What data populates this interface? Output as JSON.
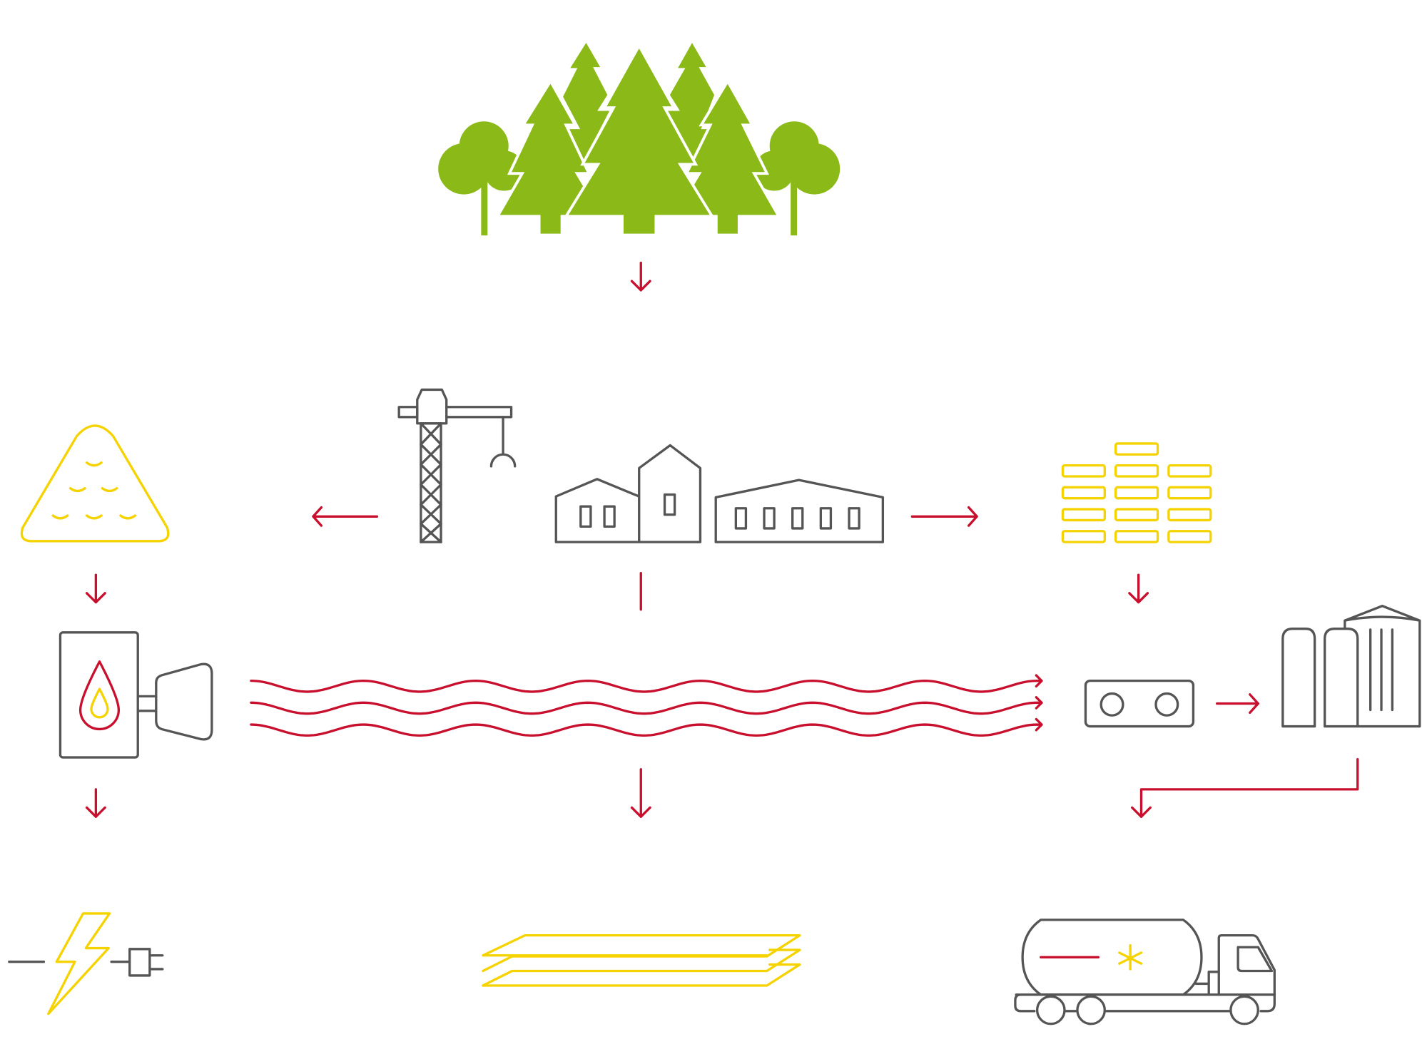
{
  "colors": {
    "forest": "#8ab918",
    "structure": "#555555",
    "flow": "#c8102e",
    "product": "#f5d300"
  },
  "nodes": [
    {
      "id": "forest",
      "icon": "forest-icon"
    },
    {
      "id": "sawmill",
      "icon": "factory-icon"
    },
    {
      "id": "crane",
      "icon": "crane-icon"
    },
    {
      "id": "sawdust",
      "icon": "sawdust-pile-icon"
    },
    {
      "id": "lumber",
      "icon": "lumber-stack-icon"
    },
    {
      "id": "boiler",
      "icon": "boiler-icon"
    },
    {
      "id": "pellet-press",
      "icon": "press-icon"
    },
    {
      "id": "silos",
      "icon": "silo-icon"
    },
    {
      "id": "electricity",
      "icon": "electricity-icon"
    },
    {
      "id": "boards",
      "icon": "boards-icon"
    },
    {
      "id": "tanker",
      "icon": "tanker-truck-icon"
    }
  ],
  "flow_waves": 3
}
